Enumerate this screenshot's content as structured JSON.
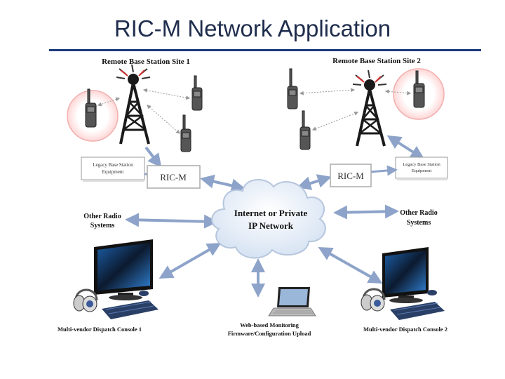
{
  "title": "RIC-M Network Application",
  "sites": {
    "site1": "Remote Base Station Site 1",
    "site2": "Remote Base Station Site 2"
  },
  "legacy": {
    "left_line1": "Legacy Base Station",
    "left_line2": "Equipment",
    "right_line1": "Legacy Base Station",
    "right_line2": "Equipment"
  },
  "ricm": {
    "left": "RIC-M",
    "right": "RIC-M"
  },
  "other_radio": {
    "left_line1": "Other Radio",
    "left_line2": "Systems",
    "right_line1": "Other Radio",
    "right_line2": "Systems"
  },
  "cloud": {
    "line1": "Internet or Private",
    "line2": "IP Network"
  },
  "consoles": {
    "left": "Multi-vendor Dispatch Console 1",
    "right": "Multi-vendor Dispatch Console 2"
  },
  "monitoring": {
    "line1": "Web-based Monitoring",
    "line2": "Firmware/Configuration Upload"
  },
  "colors": {
    "title": "#1f2d4d",
    "rule": "#1b3a7a",
    "cloud_text": "#c62828",
    "arrow": "#8da3c9",
    "tower": "#1a1a1a"
  }
}
